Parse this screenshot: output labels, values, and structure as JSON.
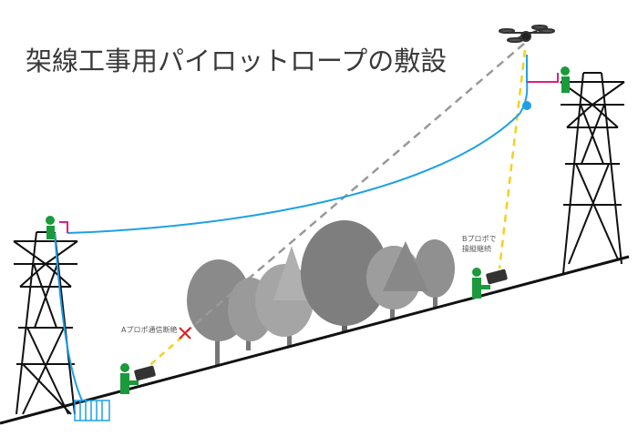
{
  "title": "架線工事用パイロットロープの敷設",
  "labels": {
    "a_lost": "Aプロポ通信断絶",
    "b_line1": "Bプロポで",
    "b_line2": "操縦継続"
  },
  "colors": {
    "rope": "#1ea0e6",
    "signal_lost": "#999999",
    "signal_ok": "#f5d020",
    "worker": "#1a9a3a",
    "tree": "#808080",
    "tower": "#111111",
    "cross": "#e02020",
    "link": "#e0207a"
  }
}
